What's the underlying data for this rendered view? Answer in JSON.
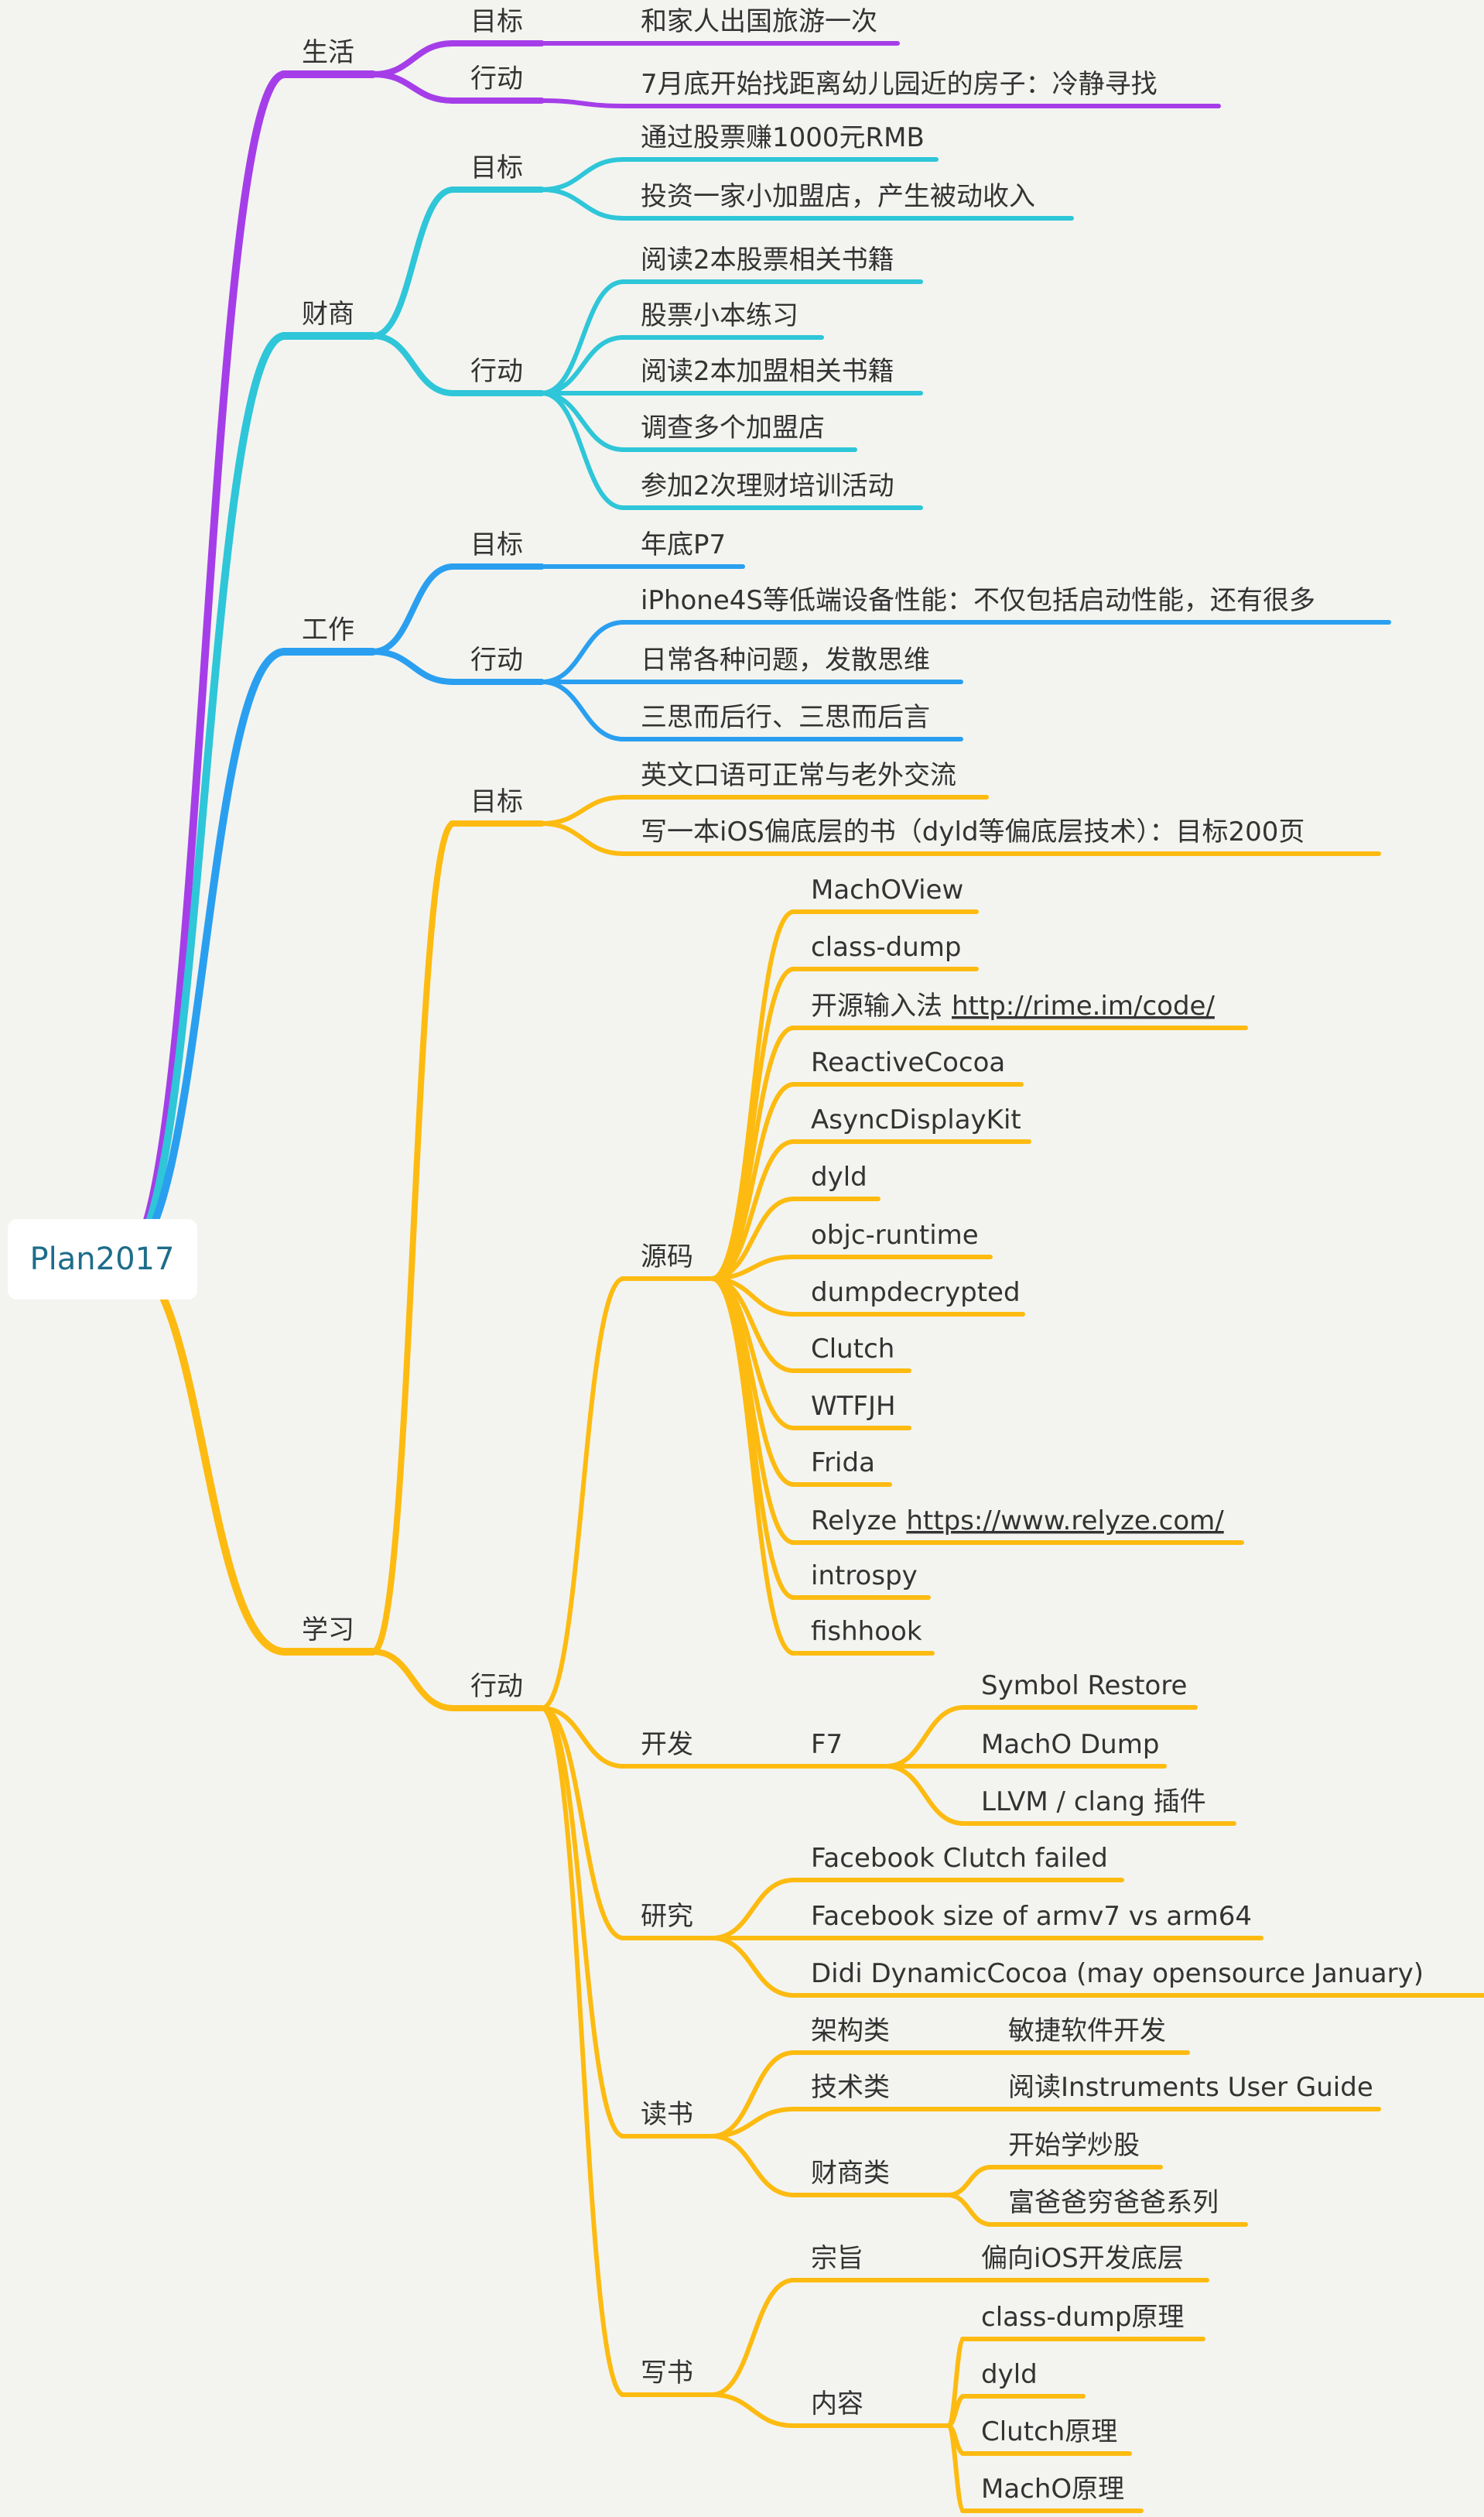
{
  "colors": {
    "life": "#a53ee8",
    "finance": "#2ec6d8",
    "work": "#2a9ff0",
    "study": "#fdbb11",
    "background": "#f3f4f0",
    "text": "#333333",
    "root_text": "#1e6d8a"
  },
  "root": {
    "label": "Plan2017"
  },
  "branches": [
    {
      "id": "life",
      "label": "生活",
      "color_key": "life",
      "children": [
        {
          "id": "life-goal",
          "label": "目标",
          "children": [
            {
              "id": "life-goal-1",
              "label": "和家人出国旅游一次"
            }
          ]
        },
        {
          "id": "life-action",
          "label": "行动",
          "children": [
            {
              "id": "life-action-1",
              "label": "7月底开始找距离幼儿园近的房子：冷静寻找"
            }
          ]
        }
      ]
    },
    {
      "id": "finance",
      "label": "财商",
      "color_key": "finance",
      "children": [
        {
          "id": "finance-goal",
          "label": "目标",
          "children": [
            {
              "id": "finance-goal-1",
              "label": "通过股票赚1000元RMB"
            },
            {
              "id": "finance-goal-2",
              "label": "投资一家小加盟店，产生被动收入"
            }
          ]
        },
        {
          "id": "finance-action",
          "label": "行动",
          "children": [
            {
              "id": "finance-action-1",
              "label": "阅读2本股票相关书籍"
            },
            {
              "id": "finance-action-2",
              "label": "股票小本练习"
            },
            {
              "id": "finance-action-3",
              "label": "阅读2本加盟相关书籍"
            },
            {
              "id": "finance-action-4",
              "label": "调查多个加盟店"
            },
            {
              "id": "finance-action-5",
              "label": "参加2次理财培训活动"
            }
          ]
        }
      ]
    },
    {
      "id": "work",
      "label": "工作",
      "color_key": "work",
      "children": [
        {
          "id": "work-goal",
          "label": "目标",
          "children": [
            {
              "id": "work-goal-1",
              "label": "年底P7"
            }
          ]
        },
        {
          "id": "work-action",
          "label": "行动",
          "children": [
            {
              "id": "work-action-1",
              "label": "iPhone4S等低端设备性能：不仅包括启动性能，还有很多"
            },
            {
              "id": "work-action-2",
              "label": "日常各种问题，发散思维"
            },
            {
              "id": "work-action-3",
              "label": "三思而后行、三思而后言"
            }
          ]
        }
      ]
    },
    {
      "id": "study",
      "label": "学习",
      "color_key": "study",
      "children": [
        {
          "id": "study-goal",
          "label": "目标",
          "children": [
            {
              "id": "study-goal-1",
              "label": "英文口语可正常与老外交流"
            },
            {
              "id": "study-goal-2",
              "label": "写一本iOS偏底层的书（dyld等偏底层技术）：目标200页"
            }
          ]
        },
        {
          "id": "study-action",
          "label": "行动",
          "children": [
            {
              "id": "study-source",
              "label": "源码",
              "children": [
                {
                  "id": "src-1",
                  "label": "MachOView"
                },
                {
                  "id": "src-2",
                  "label": "class-dump"
                },
                {
                  "id": "src-3",
                  "label": "开源输入法",
                  "url": "http://rime.im/code/"
                },
                {
                  "id": "src-4",
                  "label": "ReactiveCocoa"
                },
                {
                  "id": "src-5",
                  "label": "AsyncDisplayKit"
                },
                {
                  "id": "src-6",
                  "label": "dyld"
                },
                {
                  "id": "src-7",
                  "label": "objc-runtime"
                },
                {
                  "id": "src-8",
                  "label": "dumpdecrypted"
                },
                {
                  "id": "src-9",
                  "label": "Clutch"
                },
                {
                  "id": "src-10",
                  "label": "WTFJH"
                },
                {
                  "id": "src-11",
                  "label": "Frida"
                },
                {
                  "id": "src-12",
                  "label": "Relyze",
                  "url": "https://www.relyze.com/"
                },
                {
                  "id": "src-13",
                  "label": "introspy"
                },
                {
                  "id": "src-14",
                  "label": "fishhook"
                }
              ]
            },
            {
              "id": "study-dev",
              "label": "开发",
              "children": [
                {
                  "id": "dev-f7",
                  "label": "F7",
                  "children": [
                    {
                      "id": "f7-1",
                      "label": "Symbol Restore"
                    },
                    {
                      "id": "f7-2",
                      "label": "MachO Dump"
                    },
                    {
                      "id": "f7-3",
                      "label": "LLVM / clang 插件"
                    }
                  ]
                }
              ]
            },
            {
              "id": "study-research",
              "label": "研究",
              "children": [
                {
                  "id": "res-1",
                  "label": "Facebook Clutch failed"
                },
                {
                  "id": "res-2",
                  "label": "Facebook size of armv7 vs arm64"
                },
                {
                  "id": "res-3",
                  "label": "Didi DynamicCocoa (may opensource January)"
                }
              ]
            },
            {
              "id": "study-read",
              "label": "读书",
              "children": [
                {
                  "id": "read-arch",
                  "label": "架构类",
                  "children": [
                    {
                      "id": "read-arch-1",
                      "label": "敏捷软件开发"
                    }
                  ]
                },
                {
                  "id": "read-tech",
                  "label": "技术类",
                  "children": [
                    {
                      "id": "read-tech-1",
                      "label": "阅读Instruments User Guide"
                    }
                  ]
                },
                {
                  "id": "read-fin",
                  "label": "财商类",
                  "children": [
                    {
                      "id": "read-fin-1",
                      "label": "开始学炒股"
                    },
                    {
                      "id": "read-fin-2",
                      "label": "富爸爸穷爸爸系列"
                    }
                  ]
                }
              ]
            },
            {
              "id": "study-write",
              "label": "写书",
              "children": [
                {
                  "id": "write-aim",
                  "label": "宗旨",
                  "children": [
                    {
                      "id": "write-aim-1",
                      "label": "偏向iOS开发底层"
                    }
                  ]
                },
                {
                  "id": "write-content",
                  "label": "内容",
                  "children": [
                    {
                      "id": "write-content-1",
                      "label": "class-dump原理"
                    },
                    {
                      "id": "write-content-2",
                      "label": "dyld"
                    },
                    {
                      "id": "write-content-3",
                      "label": "Clutch原理"
                    },
                    {
                      "id": "write-content-4",
                      "label": "MachO原理"
                    }
                  ]
                }
              ]
            }
          ]
        }
      ]
    }
  ]
}
